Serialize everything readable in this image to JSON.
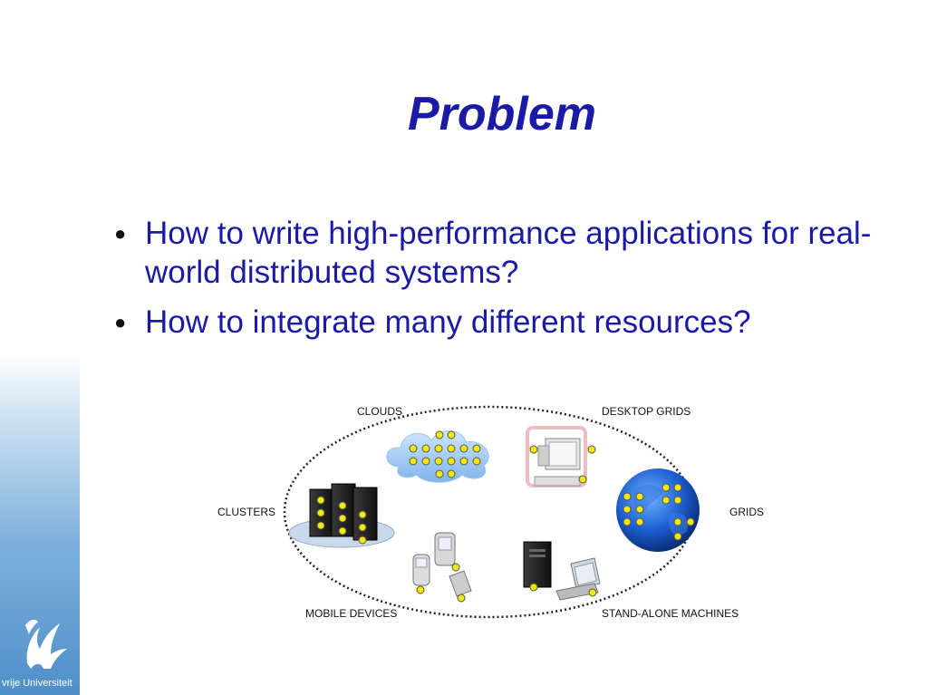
{
  "slide": {
    "title": "Problem",
    "bullets": [
      {
        "text": "How to write high-performance applications for real-world distributed systems?"
      },
      {
        "text": "How to integrate many different resources?"
      }
    ]
  },
  "diagram": {
    "labels": {
      "clouds": "CLOUDS",
      "desktop_grids": "DESKTOP GRIDS",
      "clusters": "CLUSTERS",
      "grids": "GRIDS",
      "mobile_devices": "MOBILE DEVICES",
      "stand_alone": "STAND-ALONE MACHINES"
    },
    "icons": [
      "cloud-icon",
      "desktop-computer-icon",
      "server-cluster-icon",
      "globe-icon",
      "mobile-phone-icon",
      "tower-pc-icon",
      "laptop-icon"
    ],
    "node_color": "#f2e80a"
  },
  "branding": {
    "university": "vrije Universiteit"
  },
  "colors": {
    "title": "#1a1aa6",
    "accent_band": "#4f8fc9"
  }
}
